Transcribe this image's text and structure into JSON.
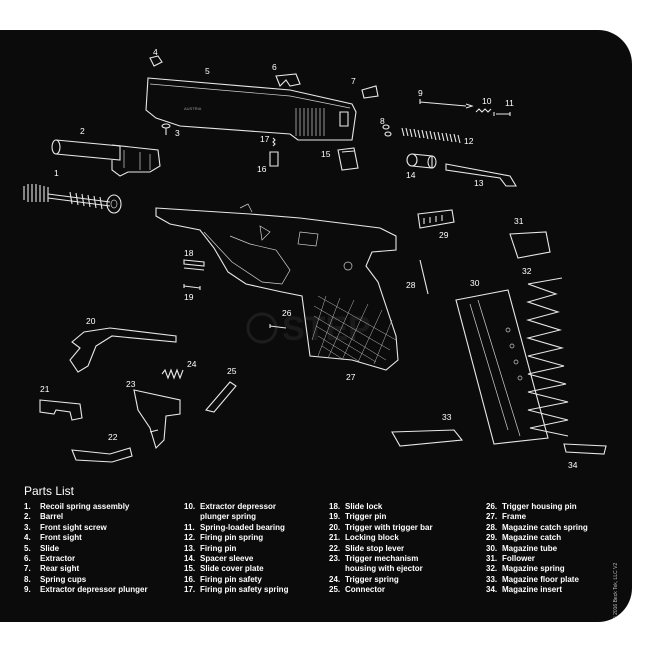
{
  "title": "Parts List",
  "copyright": "© 2016 Beck Tek, LLC  V2",
  "callouts": [
    "1",
    "2",
    "3",
    "4",
    "5",
    "6",
    "7",
    "8",
    "9",
    "10",
    "11",
    "12",
    "13",
    "14",
    "15",
    "16",
    "17",
    "18",
    "19",
    "20",
    "21",
    "22",
    "23",
    "24",
    "25",
    "26",
    "27",
    "28",
    "29",
    "30",
    "31",
    "32",
    "33",
    "34"
  ],
  "parts": [
    {
      "num": "1.",
      "name": "Recoil spring assembly"
    },
    {
      "num": "2.",
      "name": "Barrel"
    },
    {
      "num": "3.",
      "name": "Front sight screw"
    },
    {
      "num": "4.",
      "name": "Front sight"
    },
    {
      "num": "5.",
      "name": "Slide"
    },
    {
      "num": "6.",
      "name": "Extractor"
    },
    {
      "num": "7.",
      "name": "Rear sight"
    },
    {
      "num": "8.",
      "name": "Spring cups"
    },
    {
      "num": "9.",
      "name": "Extractor depressor plunger"
    },
    {
      "num": "10.",
      "name": "Extractor depressor",
      "cont": "plunger spring"
    },
    {
      "num": "11.",
      "name": "Spring-loaded bearing"
    },
    {
      "num": "12.",
      "name": "Firing pin spring"
    },
    {
      "num": "13.",
      "name": "Firing pin"
    },
    {
      "num": "14.",
      "name": "Spacer sleeve"
    },
    {
      "num": "15.",
      "name": "Slide cover plate"
    },
    {
      "num": "16.",
      "name": "Firing pin safety"
    },
    {
      "num": "17.",
      "name": "Firing pin safety spring"
    },
    {
      "num": "18.",
      "name": "Slide lock"
    },
    {
      "num": "19.",
      "name": "Trigger pin"
    },
    {
      "num": "20.",
      "name": "Trigger with trigger bar"
    },
    {
      "num": "21.",
      "name": "Locking block"
    },
    {
      "num": "22.",
      "name": "Slide stop lever"
    },
    {
      "num": "23.",
      "name": "Trigger mechanism",
      "cont": "housing with ejector"
    },
    {
      "num": "24.",
      "name": "Trigger spring"
    },
    {
      "num": "25.",
      "name": "Connector"
    },
    {
      "num": "26.",
      "name": "Trigger housing pin"
    },
    {
      "num": "27.",
      "name": "Frame"
    },
    {
      "num": "28.",
      "name": "Magazine catch spring"
    },
    {
      "num": "29.",
      "name": "Magazine catch"
    },
    {
      "num": "30.",
      "name": "Magazine tube"
    },
    {
      "num": "31.",
      "name": "Follower"
    },
    {
      "num": "32.",
      "name": "Magazine spring"
    },
    {
      "num": "33.",
      "name": "Magazine floor plate"
    },
    {
      "num": "34.",
      "name": "Magazine insert"
    }
  ],
  "colors": {
    "mat": "#0b0b0b",
    "line": "#e8e8e8",
    "text": "#ffffff",
    "background": "#ffffff"
  }
}
